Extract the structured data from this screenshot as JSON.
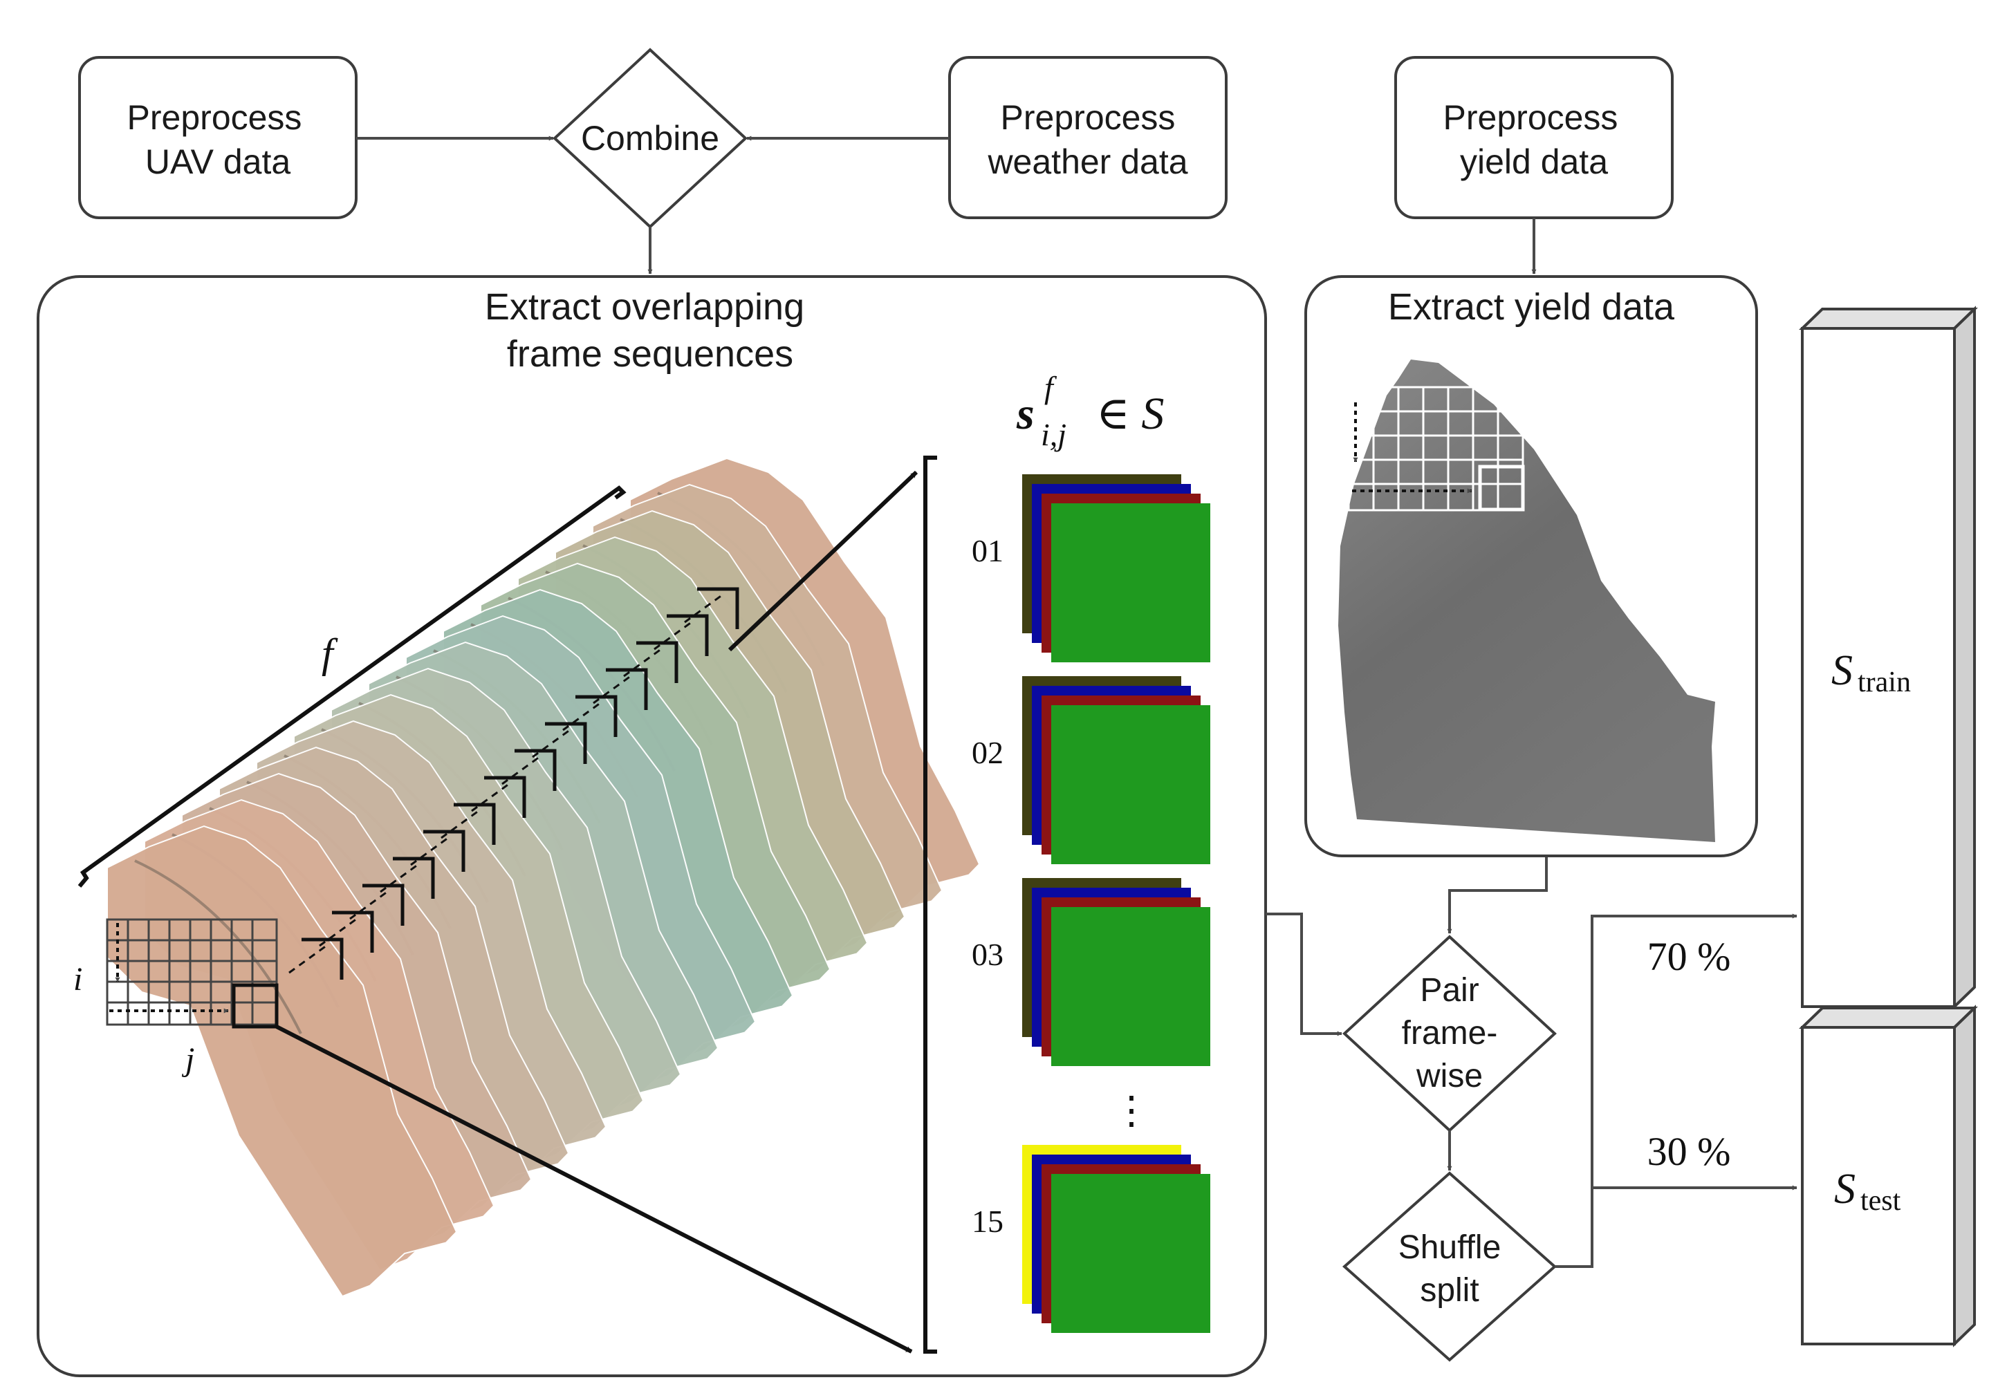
{
  "nodes": {
    "preprocess_uav": [
      "Preprocess",
      "UAV data"
    ],
    "combine": "Combine",
    "preprocess_weather": [
      "Preprocess",
      "weather data"
    ],
    "preprocess_yield": [
      "Preprocess",
      "yield data"
    ],
    "extract_frames": [
      "Extract overlapping",
      "frame sequences"
    ],
    "extract_yield": "Extract yield data",
    "pair": [
      "Pair",
      "frame-",
      "wise"
    ],
    "shuffle": [
      "Shuffle",
      "split"
    ]
  },
  "sequence": {
    "set_symbol": "s",
    "set_sup": "f",
    "set_sub": "i,j",
    "set_relation": "∈ S",
    "frame_labels": [
      "01",
      "02",
      "03",
      "15"
    ],
    "ellipsis": "⋮"
  },
  "axes": {
    "frames": "f",
    "row": "i",
    "col": "j"
  },
  "outputs": {
    "train_letter": "S",
    "train_sub": "train",
    "test_letter": "S",
    "test_sub": "test",
    "train_pct": "70 %",
    "test_pct": "30 %"
  },
  "colors": {
    "line": "#3c3c3c",
    "ndvi_green": "#1f9a1f",
    "channel_blue": "#0a0aa0",
    "channel_red": "#8c1414",
    "channel_olive": "#3f3f12",
    "channel_yellow": "#f2f20a",
    "yield_gray": "#7a7a7a",
    "field_tan": "#d2a98a",
    "field_teal": "#8fb3a4"
  }
}
